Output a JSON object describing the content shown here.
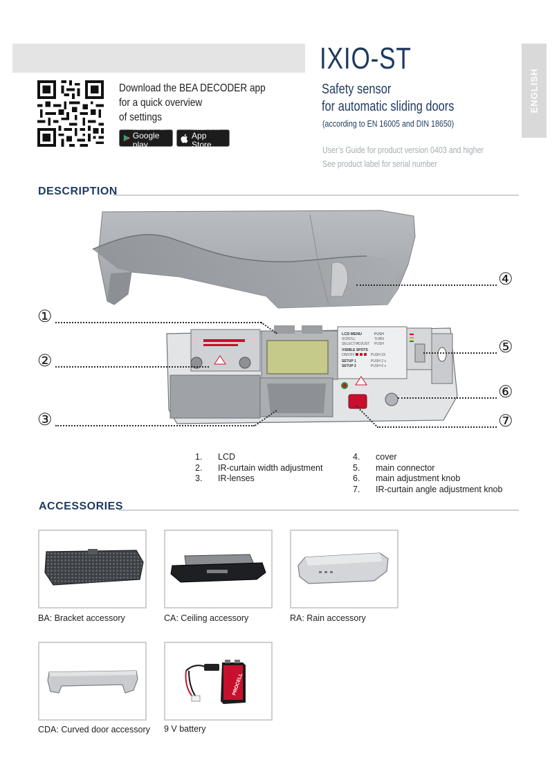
{
  "header": {
    "language_tab": "ENGLISH",
    "product_title": "IXIO-ST",
    "subtitle_lines": [
      "Safety sensor",
      "for automatic sliding doors"
    ],
    "standards": "(according to EN 16005 and DIN 18650)",
    "guide_lines": [
      "User’s Guide for product version 0403 and higher",
      "See product label for serial number"
    ],
    "app_lines": [
      "Download the BEA DECODER app",
      "for a quick overview",
      "of settings"
    ],
    "google_badge": {
      "small": "ANDROID APP ON",
      "big": "Google play"
    },
    "apple_badge": {
      "small": "Available on the",
      "big": "App Store"
    }
  },
  "description": {
    "heading": "DESCRIPTION",
    "callouts": [
      "①",
      "②",
      "③",
      "④",
      "⑤",
      "⑥",
      "⑦"
    ],
    "lcd_panel_text": {
      "lcd_menu": "LCD MENU",
      "push": "PUSH",
      "scroll": "SCROLL",
      "turn": "TURN",
      "select": "SELECT/ADJUST",
      "push2": "PUSH",
      "visible_spots": "VISIBLE SPOTS",
      "onoff": "ON/OFF",
      "push_2x": "PUSH 2X",
      "setup1": "SETUP 1",
      "push_2s": "PUSH 2 s",
      "setup2": "SETUP 2",
      "push_6s": "PUSH 6 s"
    },
    "legend_left": [
      {
        "num": "1.",
        "label": "LCD"
      },
      {
        "num": "2.",
        "label": "IR-curtain width adjustment"
      },
      {
        "num": "3.",
        "label": "IR-lenses"
      }
    ],
    "legend_right": [
      {
        "num": "4.",
        "label": "cover"
      },
      {
        "num": "5.",
        "label": "main connector"
      },
      {
        "num": "6.",
        "label": "main adjustment knob"
      },
      {
        "num": "7.",
        "label": "IR-curtain angle adjustment knob"
      }
    ]
  },
  "accessories": {
    "heading": "ACCESSORIES",
    "items": [
      {
        "label": "BA: Bracket accessory"
      },
      {
        "label": "CA: Ceiling accessory"
      },
      {
        "label": "RA: Rain accessory"
      },
      {
        "label": "CDA: Curved door accessory"
      },
      {
        "label": "9 V battery"
      }
    ],
    "battery_brand": "PROCELL"
  },
  "colors": {
    "navy": "#1e3a5f",
    "light_gray": "#e4e4e4",
    "battery_red": "#c8102e"
  }
}
